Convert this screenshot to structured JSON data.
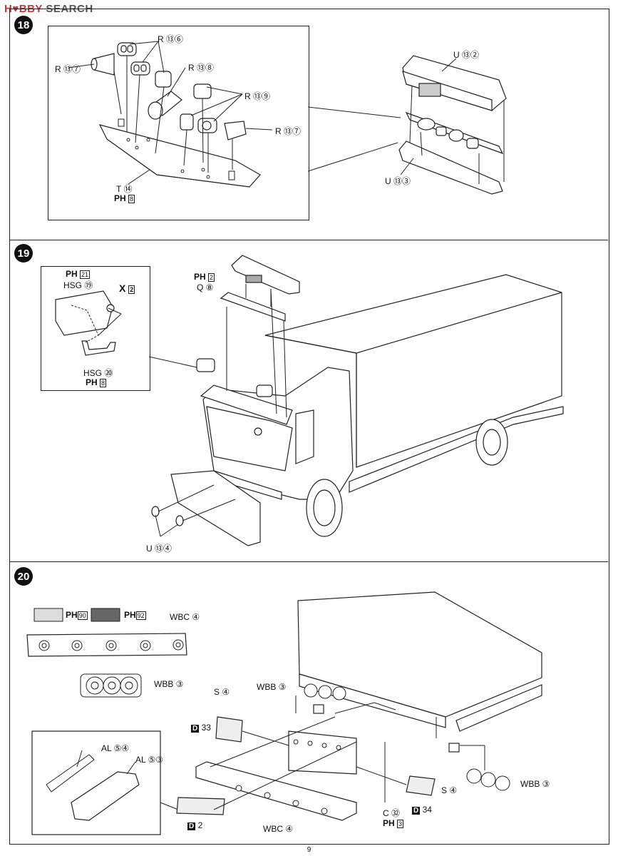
{
  "watermark": {
    "logo": "H♥BBY",
    "text": "SEARCH"
  },
  "steps": [
    {
      "number": "18",
      "labels": {
        "r136": "R ⑬⑥",
        "r137a": "R ⑬⑦",
        "r138": "R ⑬⑧",
        "r139": "R ⑬⑨",
        "r137b": "R ⑬⑦",
        "t14": "T ⑭",
        "ph8": "8",
        "u132": "U ⑬②",
        "u133": "U ⑬③"
      }
    },
    {
      "number": "19",
      "labels": {
        "ph21": "21",
        "hsg19": "HSG ⑲",
        "x2": "X",
        "x2num": "2",
        "hsg20": "HSG ⑳",
        "ph8": "8",
        "ph2": "2",
        "q8": "Q ⑧",
        "u134": "U ⑬④"
      }
    },
    {
      "number": "20",
      "labels": {
        "ph90": "90",
        "ph92": "92",
        "wbc4a": "WBC ④",
        "wbb3a": "WBB ③",
        "wbb3b": "WBB ③",
        "s4a": "S ④",
        "d33": "33",
        "al54": "AL ⑤④",
        "al53": "AL ⑤③",
        "d2": "2",
        "wbc4b": "WBC ④",
        "c32": "C ㉜",
        "d34": "34",
        "ph3": "3",
        "s4b": "S ④",
        "wbb3c": "WBB ③"
      }
    }
  ],
  "ph_prefix": "PH",
  "d_prefix": "D",
  "page_number": "9"
}
